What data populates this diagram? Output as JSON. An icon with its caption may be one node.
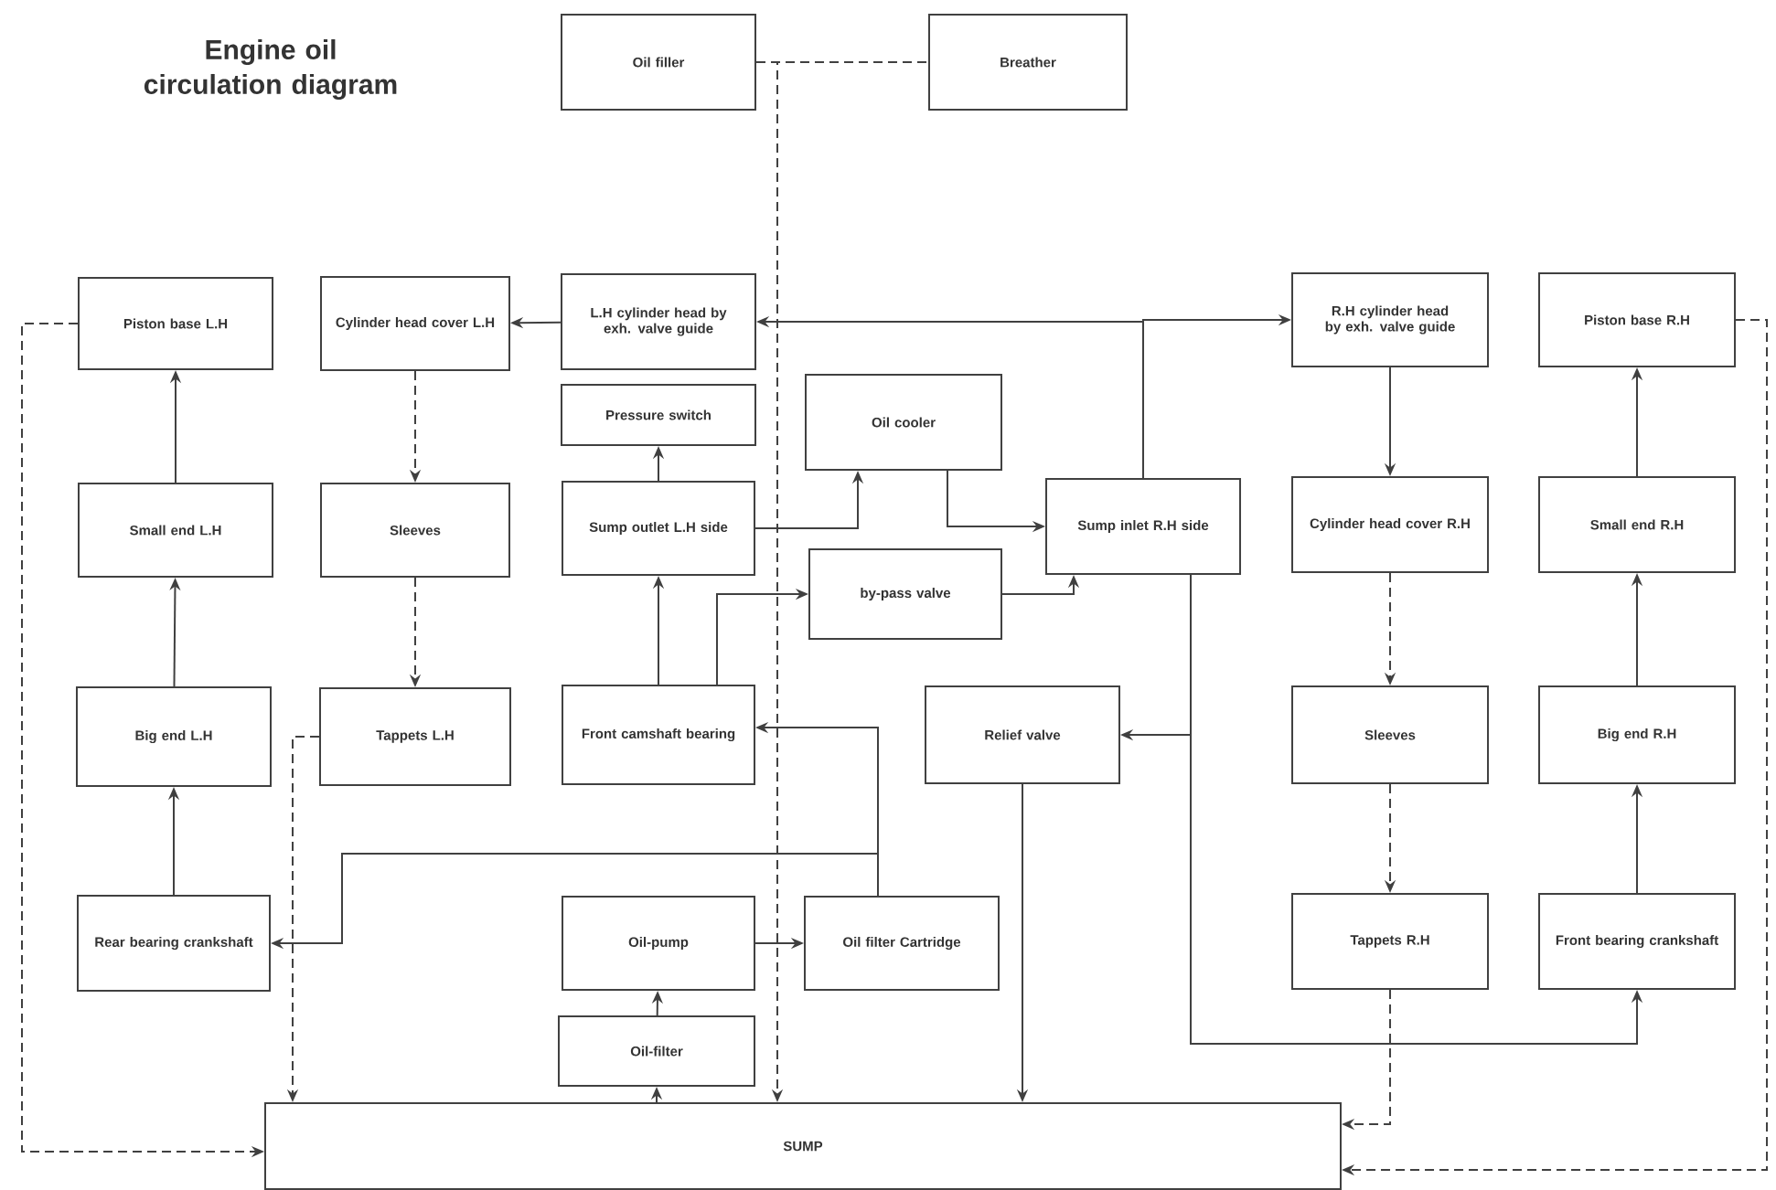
{
  "diagram": {
    "title": "Engine oil circulation diagram",
    "nodes": [
      {
        "text": [
          "Oil filler"
        ]
      },
      {
        "text": [
          "Breather"
        ]
      },
      {
        "text": [
          "Piston base L.H"
        ]
      },
      {
        "text": [
          "Cylinder head cover L.H"
        ]
      },
      {
        "text": [
          "L.H cylinder head by exh. valve guide"
        ]
      },
      {
        "text": [
          "R.H cylinder head by exh. valve guide"
        ]
      },
      {
        "text": [
          "Piston base R.H"
        ]
      },
      {
        "text": [
          "Pressure switch"
        ]
      },
      {
        "text": [
          "Oil cooler"
        ]
      },
      {
        "text": [
          "Sump outlet L.H side"
        ]
      },
      {
        "text": [
          "Sleeves"
        ]
      },
      {
        "text": [
          "Small end L.H"
        ]
      },
      {
        "text": [
          "Sump inlet R.H side"
        ]
      },
      {
        "text": [
          "Cylinder head cover R.H"
        ]
      },
      {
        "text": [
          "Small end R.H"
        ]
      },
      {
        "text": [
          "by-pass valve"
        ]
      },
      {
        "text": [
          "Big end L.H"
        ]
      },
      {
        "text": [
          "Tappets L.H"
        ]
      },
      {
        "text": [
          "Front camshaft bearing"
        ]
      },
      {
        "text": [
          "Relief valve"
        ]
      },
      {
        "text": [
          "Sleeves"
        ]
      },
      {
        "text": [
          "Big end R.H"
        ]
      },
      {
        "text": [
          "Rear bearing crankshaft"
        ]
      },
      {
        "text": [
          "Oil-pump"
        ]
      },
      {
        "text": [
          "Oil filter Cartridge"
        ]
      },
      {
        "text": [
          "Oil-filter"
        ]
      },
      {
        "text": [
          "Tappets R.H"
        ]
      },
      {
        "text": [
          "Front bearing crankshaft"
        ]
      },
      {
        "text": [
          "SUMP"
        ]
      }
    ],
    "edges": [
      {
        "from": 0,
        "to": 28,
        "arrow": "to",
        "style": "dashed"
      },
      {
        "from": 0,
        "to": 1,
        "arrow": "none",
        "style": "dashed"
      },
      {
        "from": 2,
        "to": 28,
        "arrow": "to",
        "style": "dashed"
      },
      {
        "from": 6,
        "to": 28,
        "arrow": "to",
        "style": "dashed"
      },
      {
        "from": 12,
        "to": 4,
        "arrow": "to"
      },
      {
        "from": 12,
        "to": 5,
        "arrow": "to"
      },
      {
        "from": 4,
        "to": 3,
        "arrow": "to"
      },
      {
        "from": 3,
        "to": 10,
        "arrow": "to",
        "style": "dashed"
      },
      {
        "from": 10,
        "to": 17,
        "arrow": "to",
        "style": "dashed"
      },
      {
        "from": 17,
        "to": 28,
        "arrow": "to",
        "style": "dashed"
      },
      {
        "from": 22,
        "to": 16,
        "arrow": "to"
      },
      {
        "from": 16,
        "to": 11,
        "arrow": "to"
      },
      {
        "from": 11,
        "to": 2,
        "arrow": "to"
      },
      {
        "from": 9,
        "to": 7,
        "arrow": "to"
      },
      {
        "from": 18,
        "to": 9,
        "arrow": "to"
      },
      {
        "from": 9,
        "to": 8,
        "arrow": "to"
      },
      {
        "from": 8,
        "to": 12,
        "arrow": "to"
      },
      {
        "from": 18,
        "to": 15,
        "arrow": "to"
      },
      {
        "from": 15,
        "to": 12,
        "arrow": "to"
      },
      {
        "from": 24,
        "to": 18,
        "arrow": "to"
      },
      {
        "from": 24,
        "to": 22,
        "arrow": "to"
      },
      {
        "from": 23,
        "to": 24,
        "arrow": "to"
      },
      {
        "from": 25,
        "to": 23,
        "arrow": "to"
      },
      {
        "from": 28,
        "to": 25,
        "arrow": "to"
      },
      {
        "from": 12,
        "to": 19,
        "arrow": "to"
      },
      {
        "from": 12,
        "to": 27,
        "arrow": "to"
      },
      {
        "from": 19,
        "to": 28,
        "arrow": "to"
      },
      {
        "from": 5,
        "to": 13,
        "arrow": "to"
      },
      {
        "from": 13,
        "to": 20,
        "arrow": "to",
        "style": "dashed"
      },
      {
        "from": 20,
        "to": 26,
        "arrow": "to",
        "style": "dashed"
      },
      {
        "from": 26,
        "to": 28,
        "arrow": "to",
        "style": "dashed"
      },
      {
        "from": 27,
        "to": 21,
        "arrow": "to"
      },
      {
        "from": 21,
        "to": 14,
        "arrow": "to"
      },
      {
        "from": 14,
        "to": 6,
        "arrow": "to"
      }
    ]
  }
}
